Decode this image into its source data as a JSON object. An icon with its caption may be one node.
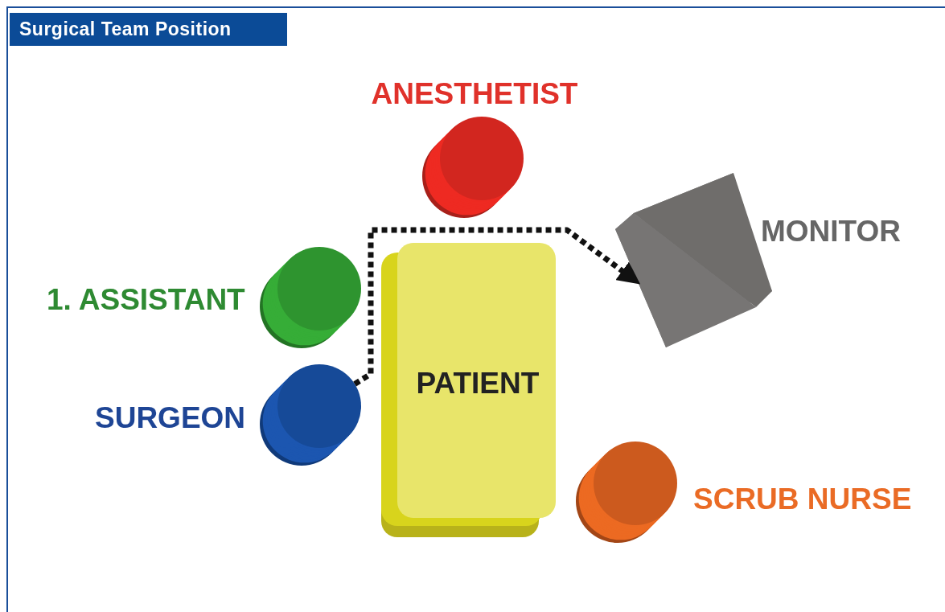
{
  "diagram": {
    "title": "Surgical Team Position",
    "nodes": [
      {
        "text": [
          "ANESTHETIST"
        ]
      },
      {
        "text": [
          "MONITOR"
        ]
      },
      {
        "text": [
          "1. ASSISTANT"
        ]
      },
      {
        "text": [
          "PATIENT"
        ]
      },
      {
        "text": [
          "SURGEON"
        ]
      },
      {
        "text": [
          "SCRUB NURSE"
        ]
      }
    ],
    "edges": [
      {
        "from": 4,
        "to": 1,
        "arrow": "to",
        "style": "dashed"
      }
    ]
  }
}
